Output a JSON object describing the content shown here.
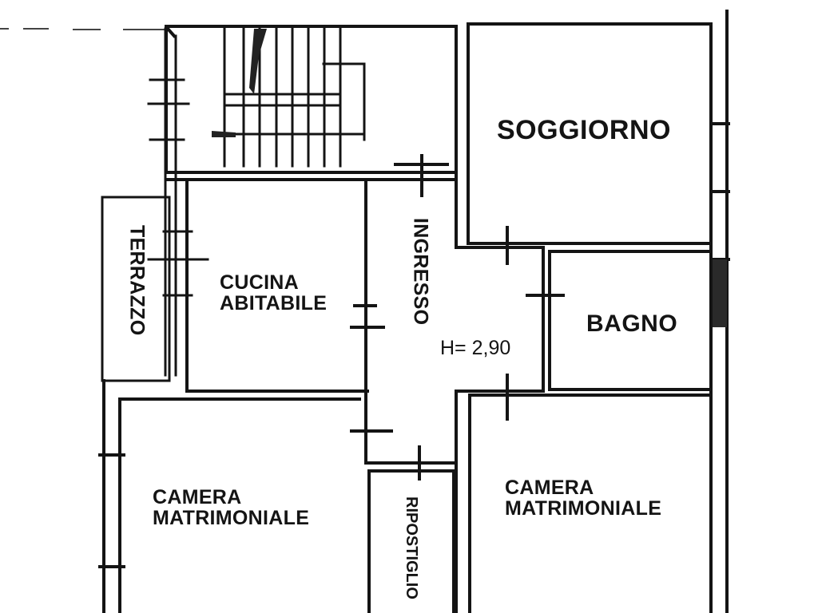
{
  "plan": {
    "type": "floor-plan",
    "ceiling_height": "H= 2,90",
    "colors": {
      "wall": "#141414",
      "background": "#ffffff",
      "dash": "#444444"
    },
    "rooms": [
      {
        "id": "soggiorno",
        "label": "SOGGIORNO"
      },
      {
        "id": "bagno",
        "label": "BAGNO"
      },
      {
        "id": "ingresso",
        "label": "INGRESSO"
      },
      {
        "id": "cucina",
        "line1": "CUCINA",
        "line2": "ABITABILE"
      },
      {
        "id": "terrazzo",
        "label": "TERRAZZO"
      },
      {
        "id": "camera_left",
        "line1": "CAMERA",
        "line2": "MATRIMONIALE"
      },
      {
        "id": "camera_right",
        "line1": "CAMERA",
        "line2": "MATRIMONIALE"
      },
      {
        "id": "ripostiglio",
        "label": "RIPOSTIGLIO"
      }
    ]
  }
}
